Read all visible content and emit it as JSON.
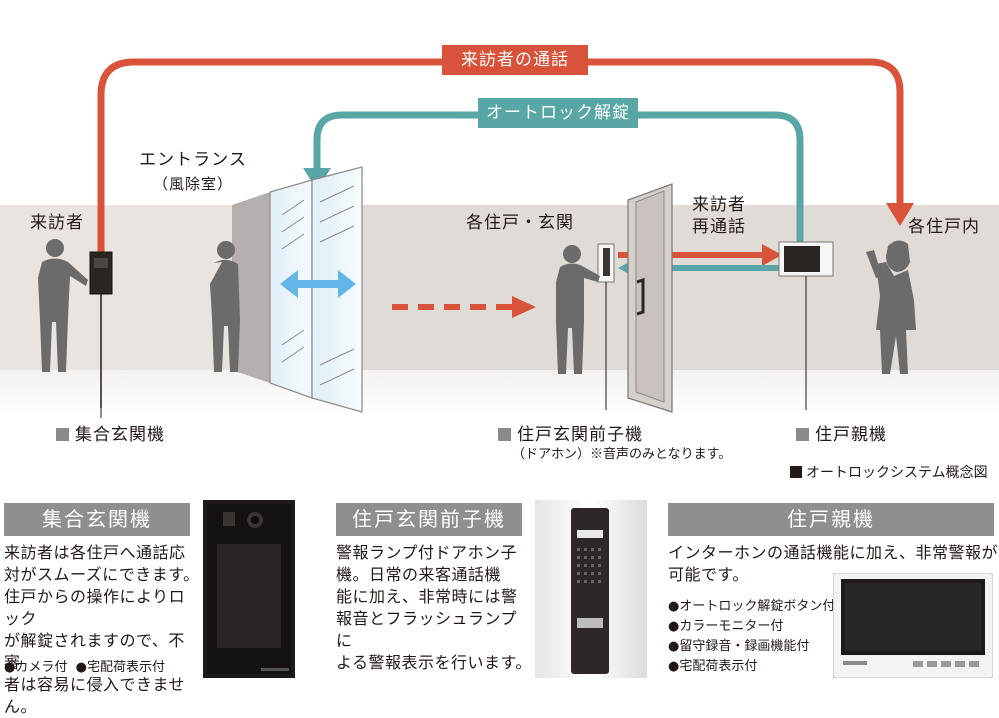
{
  "flows": {
    "visitor_call": "来訪者の通話",
    "auto_unlock": "オートロック解錠",
    "recall": [
      "来訪者",
      "再通話"
    ]
  },
  "places": {
    "entrance": [
      "エントランス",
      "（風除室）"
    ],
    "entry_door": "各住戸・玄関",
    "inside": "各住戸内",
    "visitor": "来訪者"
  },
  "device_labels": {
    "lobby_unit": "集合玄関機",
    "door_unit": "住戸玄関前子機",
    "door_unit_note": "（ドアホン）※音声のみとなります。",
    "master_unit": "住戸親機",
    "caption": "オートロックシステム概念図"
  },
  "cards": [
    {
      "title": "集合玄関機",
      "lines": [
        "来訪者は各住戸へ通話応",
        "対がスムーズにできます。",
        "住戸からの操作によりロック",
        "が解錠されますので、不審",
        "者は容易に侵入できません。"
      ],
      "features": [
        "●カメラ付",
        "●宅配荷表示付"
      ]
    },
    {
      "title": "住戸玄関前子機",
      "lines": [
        "警報ランプ付ドアホン子",
        "機。日常の来客通話機",
        "能に加え、非常時には警",
        "報音とフラッシュランプに",
        "よる警報表示を行います。"
      ],
      "features": []
    },
    {
      "title": "住戸親機",
      "lines": [
        "インターホンの通話機能に加え、非常警報が",
        "可能です。"
      ],
      "features": [
        "●オートロック解錠ボタン付",
        "●カラーモニター付",
        "●留守録音・録画機能付",
        "●宅配荷表示付"
      ]
    }
  ],
  "colors": {
    "call_line": "#d9533a",
    "unlock_line": "#58a6a6",
    "wall": "#e1dbd7",
    "header": "#8f8f8f",
    "glass_arrow": "#62b7e8"
  }
}
